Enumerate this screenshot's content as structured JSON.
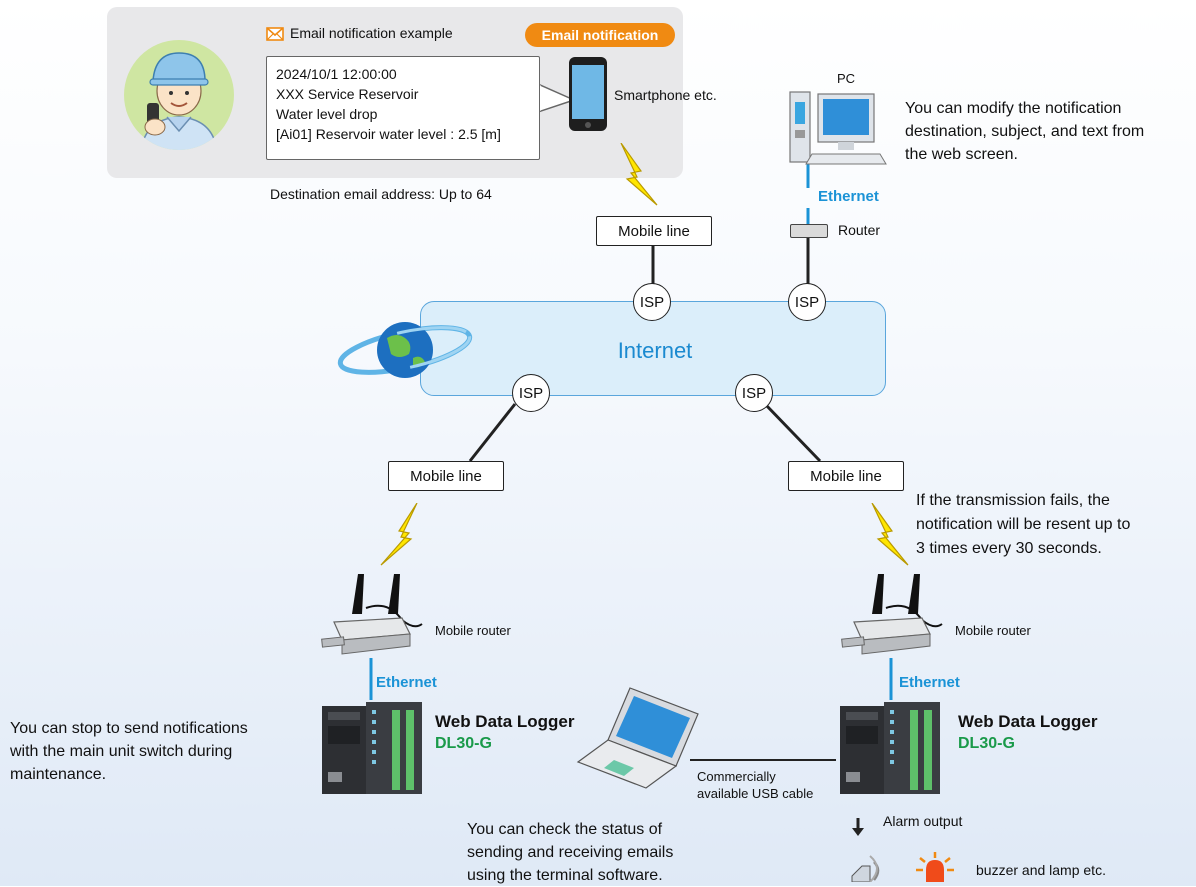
{
  "email_panel": {
    "header": "Email notification example",
    "badge": "Email notification",
    "lines": [
      "2024/10/1 12:00:00",
      "XXX Service Reservoir",
      "Water level drop",
      "[Ai01] Reservoir water level : 2.5 [m]"
    ],
    "device": "Smartphone etc.",
    "destination": "Destination email address: Up to 64"
  },
  "pc": {
    "label": "PC",
    "note": [
      "You can modify the notification",
      "destination, subject, and text from",
      "the web screen."
    ],
    "ethernet": "Ethernet",
    "router": "Router"
  },
  "network": {
    "mobile_line": "Mobile line",
    "isp": "ISP",
    "internet": "Internet"
  },
  "left_site": {
    "mobile_router": "Mobile router",
    "ethernet": "Ethernet",
    "device_name": "Web Data Logger",
    "model": "DL30-G",
    "note": [
      "You can stop to send notifications",
      "with the main unit switch during",
      "maintenance."
    ]
  },
  "right_site": {
    "retry_note": [
      "If the transmission fails, the",
      "notification will be resent up to",
      "3 times every 30 seconds."
    ],
    "mobile_router": "Mobile router",
    "ethernet": "Ethernet",
    "device_name": "Web Data Logger",
    "model": "DL30-G",
    "alarm_output": "Alarm output",
    "alarm_devices": "buzzer and lamp etc."
  },
  "laptop": {
    "usb": [
      "Commercially",
      "available USB cable"
    ],
    "note": [
      "You can check the status of",
      "sending and receiving emails",
      "using the terminal software."
    ]
  }
}
